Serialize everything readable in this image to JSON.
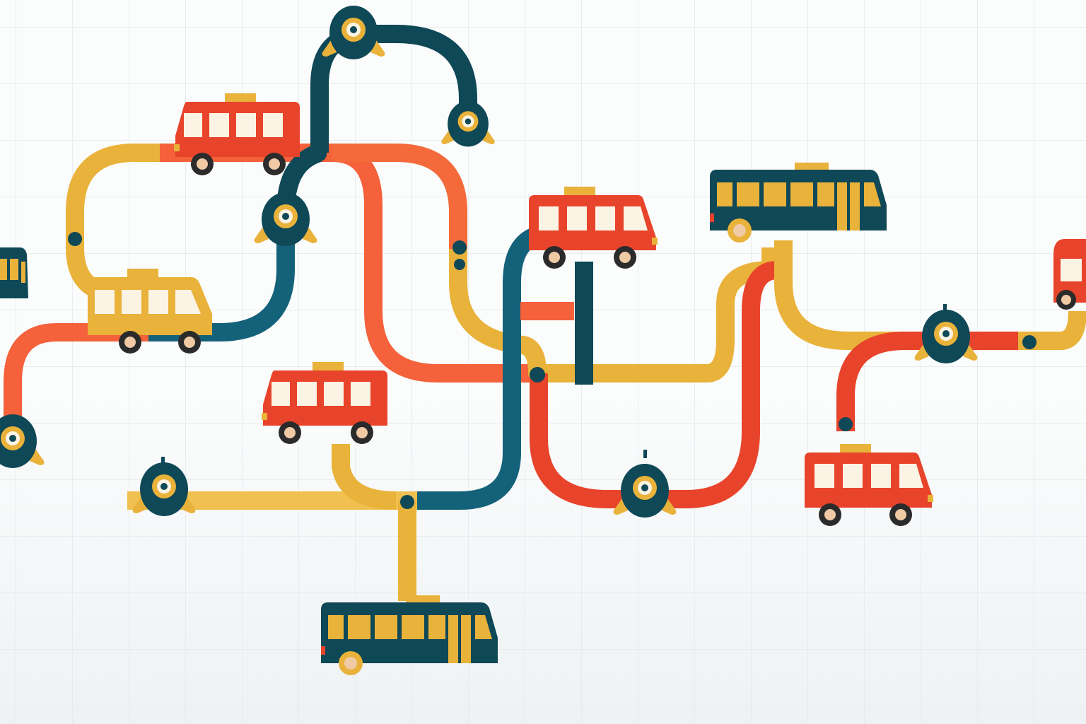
{
  "colors": {
    "background_top": "#fbfcfc",
    "background_bottom": "#eef2f4",
    "grid_line": "#e3e8eb",
    "yellow": "#e9b23a",
    "orange": "#f4613a",
    "red": "#e8442b",
    "navy": "#0f4856",
    "teal": "#14627a",
    "window": "#fbf3e3",
    "wheel_hub": "#f0c9a5",
    "dark": "#2b2b2b"
  },
  "routes": [
    {
      "id": "yellow-loop-route",
      "color": "yellow"
    },
    {
      "id": "orange-main-route",
      "color": "orange"
    },
    {
      "id": "navy-arch-route",
      "color": "navy"
    },
    {
      "id": "teal-center-route",
      "color": "teal"
    },
    {
      "id": "red-lower-route",
      "color": "red"
    },
    {
      "id": "yellow-bottom-route",
      "color": "yellow"
    },
    {
      "id": "yellow-right-route",
      "color": "yellow"
    },
    {
      "id": "red-right-route",
      "color": "red"
    }
  ],
  "vehicles": [
    {
      "id": "bus-red-top",
      "style": "red-bus"
    },
    {
      "id": "bus-yellow-left",
      "style": "yellow-bus"
    },
    {
      "id": "bus-red-middle",
      "style": "red-bus"
    },
    {
      "id": "bus-red-center",
      "style": "red-bus"
    },
    {
      "id": "bus-navy-top-right",
      "style": "navy-bus"
    },
    {
      "id": "bus-navy-bottom",
      "style": "navy-bus"
    },
    {
      "id": "bus-red-bottom-right",
      "style": "red-bus"
    },
    {
      "id": "bus-red-edge-right",
      "style": "red-bus"
    },
    {
      "id": "bus-navy-edge-left",
      "style": "navy-bus"
    }
  ],
  "stations": [
    {
      "id": "station-top"
    },
    {
      "id": "station-arch-end"
    },
    {
      "id": "station-upper-left"
    },
    {
      "id": "station-left-edge"
    },
    {
      "id": "station-lower-left"
    },
    {
      "id": "station-bottom-center"
    },
    {
      "id": "station-right"
    }
  ]
}
